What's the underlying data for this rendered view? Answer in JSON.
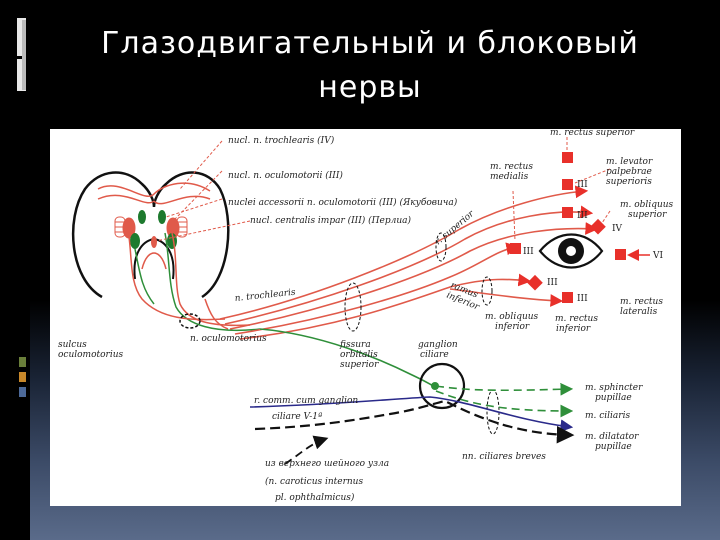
{
  "title_line1": "Глазодвигательный  и  блоковый",
  "title_line2": "нервы",
  "labels": {
    "nucl_trochlearis": "nucl. n. trochlearis (IV)",
    "nucl_oculomotorii": "nucl. n. oculomotorii (III)",
    "nuclei_accessorii": "nuclei accessorii n. oculomotorii (III) (Якубовича)",
    "nucl_centralis": "nucl. centralis impar (III) (Перлиа)",
    "m_rectus_superior": "m. rectus superior",
    "m_rectus_medialis_1": "m. rectus",
    "m_rectus_medialis_2": "medialis",
    "m_levator_1": "m. levator",
    "m_levator_2": "palpebrae",
    "m_levator_3": "superioris",
    "m_obliquus_sup_1": "m. obliquus",
    "m_obliquus_sup_2": "superior",
    "r_superior": "r. superior",
    "ramus_inferior_1": "ramus",
    "ramus_inferior_2": "inferior",
    "m_obliquus_inf_1": "m. obliquus",
    "m_obliquus_inf_2": "inferior",
    "m_rectus_inf_1": "m. rectus",
    "m_rectus_inf_2": "inferior",
    "m_rectus_lat_1": "m. rectus",
    "m_rectus_lat_2": "lateralis",
    "n_trochlearis": "n. trochlearis",
    "n_oculomotorius": "n. oculomotorius",
    "sulcus_1": "sulcus",
    "sulcus_2": "oculomotorius",
    "fissura_1": "fissura",
    "fissura_2": "orbitalis",
    "fissura_3": "superior",
    "ganglion_1": "ganglion",
    "ganglion_2": "ciliare",
    "r_comm_1": "r. comm. cum ganglion",
    "r_comm_2": "ciliare V-1ª",
    "m_sphincter_1": "m. sphincter",
    "m_sphincter_2": "pupillae",
    "m_ciliaris": "m. ciliaris",
    "m_dilatator_1": "m. dilatator",
    "m_dilatator_2": "pupillae",
    "nn_ciliares": "nn. ciliares breves",
    "iz_verhnego": "из верхнего шейного узла",
    "n_caroticus": "(n. caroticus internus",
    "pl_ophthalmicus": "pl. ophthalmicus)"
  },
  "numerals": {
    "III": "III",
    "IV": "IV",
    "VI": "VI"
  },
  "colors": {
    "nerve_red": "#e05a4a",
    "muscle_red": "#e8302a",
    "parasym_green": "#2f8f3a",
    "nucleus_green": "#1e7a2e",
    "trigeminal_blue": "#2a2a8a",
    "sympathetic_black": "#111111"
  }
}
